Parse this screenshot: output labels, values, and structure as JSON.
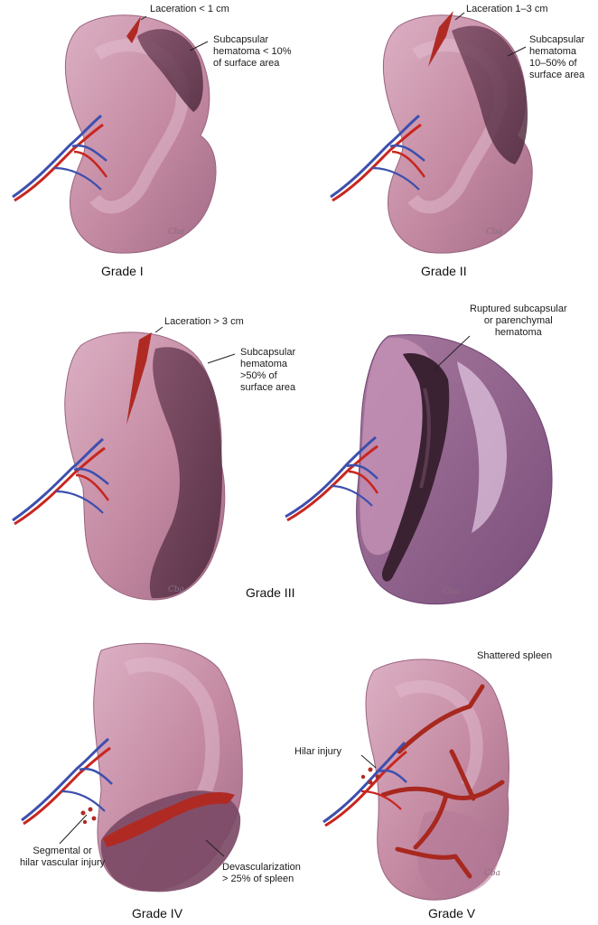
{
  "panels": {
    "grade1": {
      "label": "Grade I",
      "laceration": "Laceration < 1 cm",
      "hematoma": "Subcapsular\nhematoma < 10%\nof surface area"
    },
    "grade2": {
      "label": "Grade II",
      "laceration": "Laceration 1–3 cm",
      "hematoma": "Subcapsular\nhematoma\n10–50% of\nsurface area"
    },
    "grade3": {
      "label": "Grade III",
      "laceration": "Laceration > 3 cm",
      "hematoma": "Subcapsular\nhematoma\n>50% of\nsurface area",
      "ruptured": "Ruptured subcapsular\nor parenchymal\nhematoma"
    },
    "grade4": {
      "label": "Grade IV",
      "vascular": "Segmental or\nhilar vascular injury",
      "devascularization": "Devascularization\n> 25% of spleen"
    },
    "grade5": {
      "label": "Grade V",
      "shattered": "Shattered spleen",
      "hilar": "Hilar injury"
    }
  },
  "colors": {
    "spleen": "#c48aa2",
    "spleen_light": "#dcb0c4",
    "spleen_dark": "#8e5a74",
    "hematoma": "#6a3a52",
    "laceration": "#b02a24",
    "artery": "#c8261f",
    "vein": "#3d4fae"
  },
  "artist_mark": "Cba"
}
